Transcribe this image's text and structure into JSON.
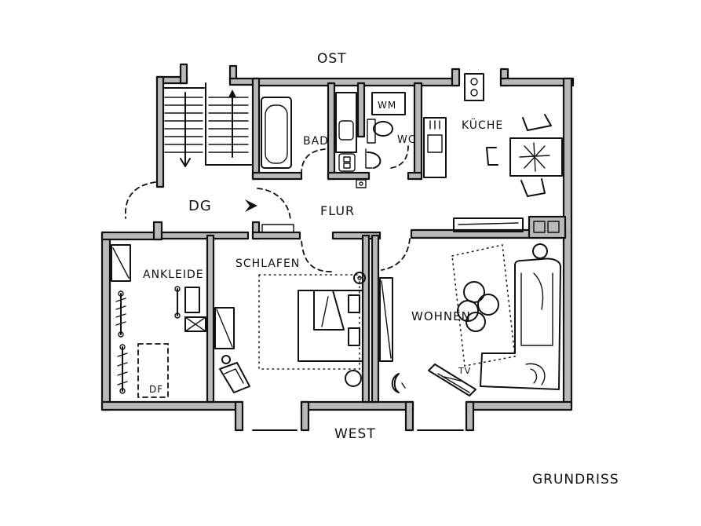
{
  "compass": {
    "north_label": "OST",
    "south_label": "WEST"
  },
  "rooms": {
    "bad": "BAD",
    "wc": "WC",
    "wm": "WM",
    "kueche": "KÜCHE",
    "dg": "DG",
    "flur": "FLUR",
    "ankleide": "ANKLEIDE",
    "schlafen": "SCHLAFEN",
    "wohnen": "WOHNEN",
    "tv": "TV",
    "df": "DF"
  },
  "caption": "GRUNDRISS"
}
